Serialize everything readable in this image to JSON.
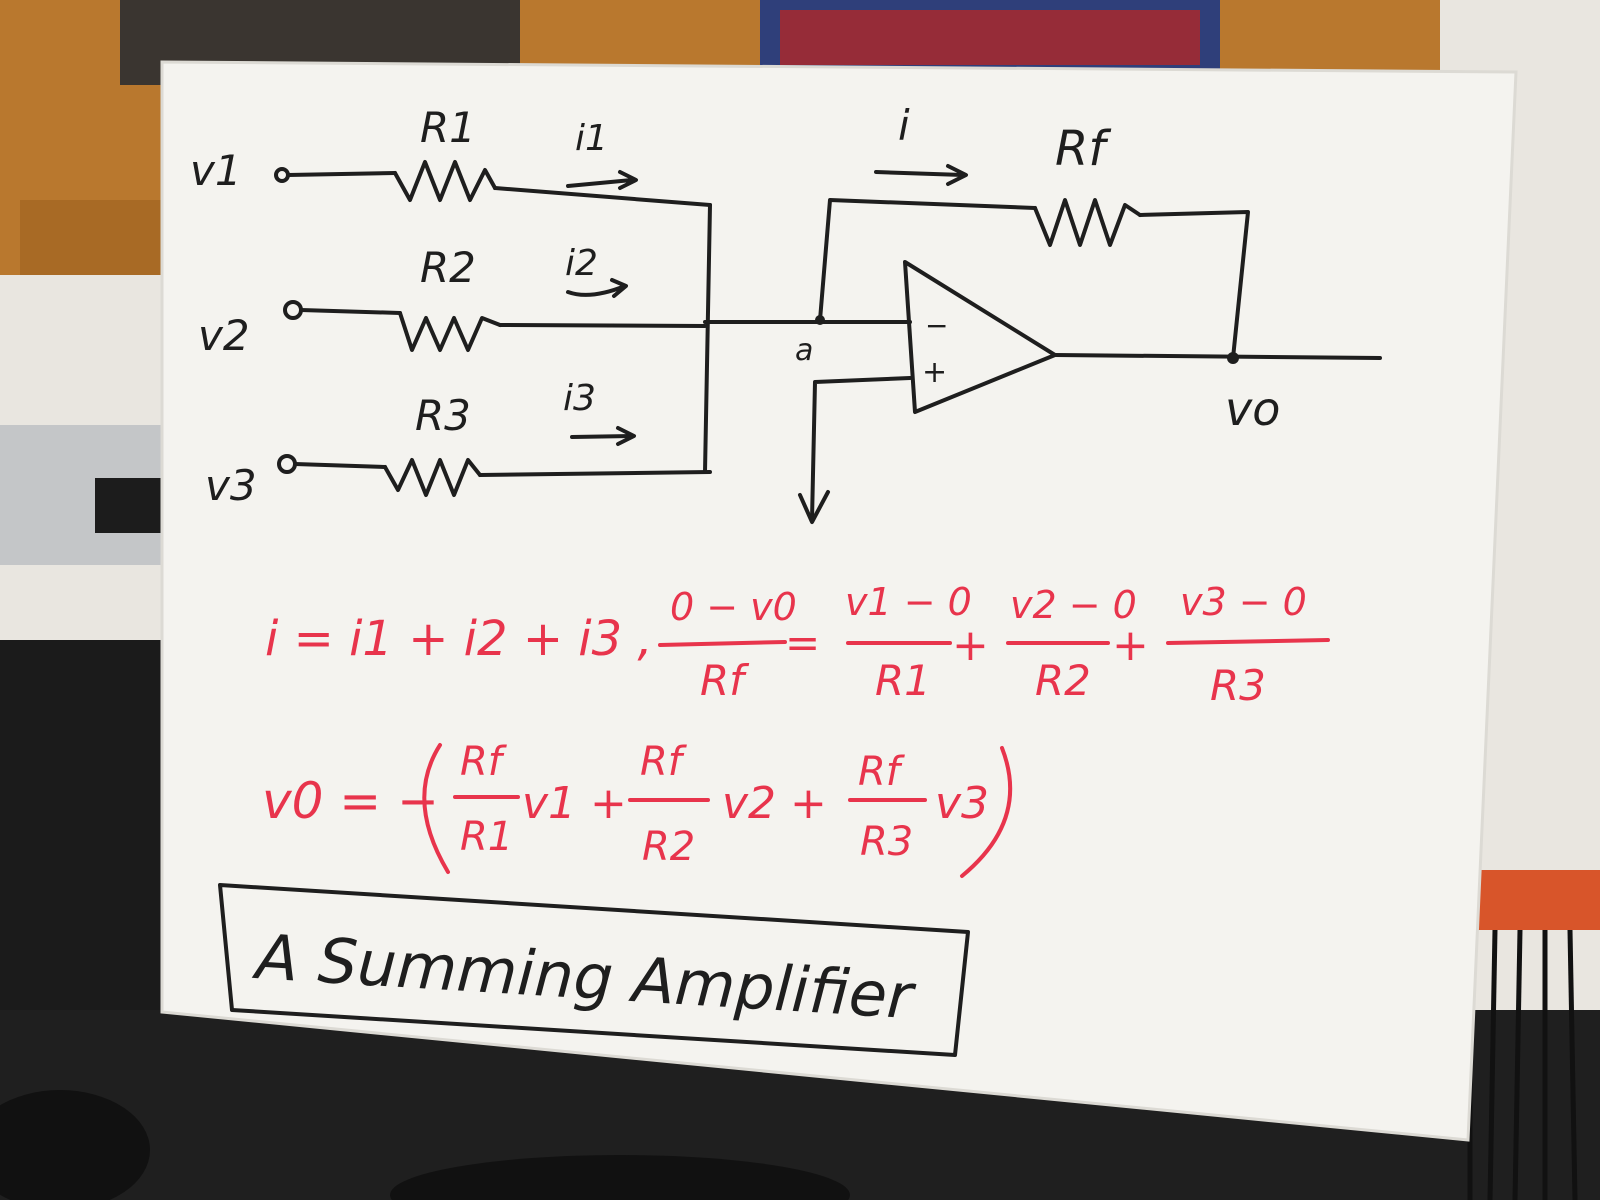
{
  "circuit": {
    "input_v1": "v1",
    "input_v2": "v2",
    "input_v3": "v3",
    "resistor_r1": "R1",
    "resistor_r2": "R2",
    "resistor_r3": "R3",
    "resistor_rf": "Rf",
    "current_i1": "i1",
    "current_i2": "i2",
    "current_i3": "i3",
    "current_i": "i",
    "node_a": "a",
    "output_vo": "vo",
    "opamp_minus": "−",
    "opamp_plus": "+"
  },
  "equations": {
    "kcl": "i = i1 + i2 + i3 ,",
    "frac_lhs_num": "0 − v0",
    "frac_lhs_den": "Rf",
    "eq_sign": "=",
    "frac1_num": "v1 − 0",
    "frac1_den": "R1",
    "plus1": "+",
    "frac2_num": "v2 − 0",
    "frac2_den": "R2",
    "plus2": "+",
    "frac3_num": "v3 − 0",
    "frac3_den": "R3",
    "vo_lhs": "v0 = −",
    "g1_num": "Rf",
    "g1_den": "R1",
    "g1_v": "v1 +",
    "g2_num": "Rf",
    "g2_den": "R2",
    "g2_v": "v2 +",
    "g3_num": "Rf",
    "g3_den": "R3",
    "g3_v": "v3"
  },
  "title": "A Summing Amplifier",
  "colors": {
    "board": "#f4f3ef",
    "black_marker": "#1e1e1e",
    "red_marker": "#e8344c",
    "cabinet_wood": "#b9782e",
    "bench": "#222222",
    "wall": "#e9e6e0"
  }
}
